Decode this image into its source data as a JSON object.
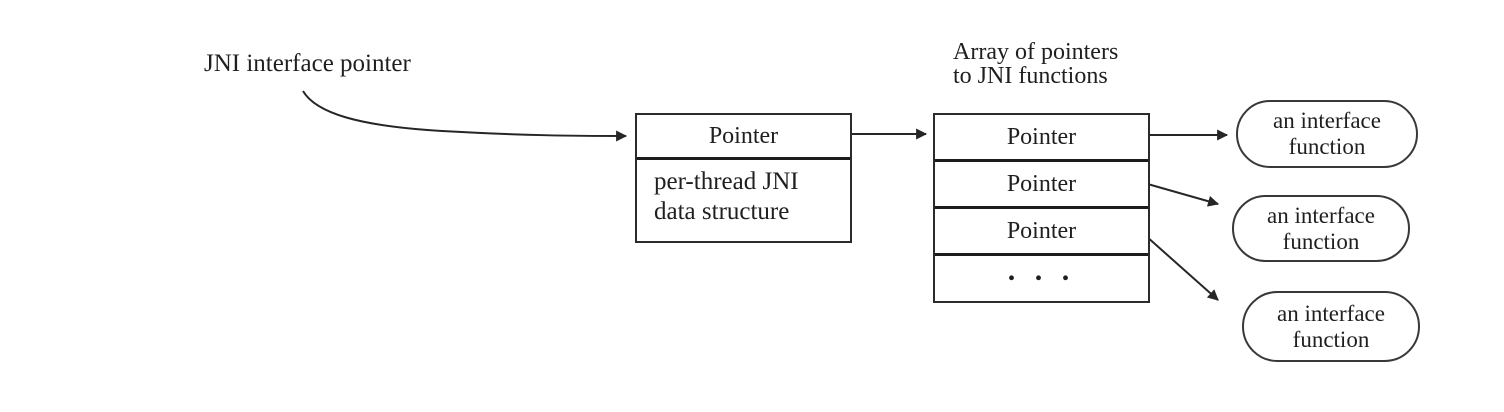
{
  "colors": {
    "background": "#ffffff",
    "ink": "#1f1f1f",
    "line": "#262626"
  },
  "labels": {
    "jni_pointer": "JNI interface pointer",
    "array_line1": "Array of pointers",
    "array_line2": "to JNI functions"
  },
  "env_box": {
    "pointer": "Pointer",
    "data_line1": "per-thread JNI",
    "data_line2": "data structure"
  },
  "function_table": {
    "rows": [
      "Pointer",
      "Pointer",
      "Pointer"
    ],
    "ellipsis": ". . ."
  },
  "interface_functions": [
    {
      "line1": "an interface",
      "line2": "function"
    },
    {
      "line1": "an interface",
      "line2": "function"
    },
    {
      "line1": "an interface",
      "line2": "function"
    }
  ]
}
